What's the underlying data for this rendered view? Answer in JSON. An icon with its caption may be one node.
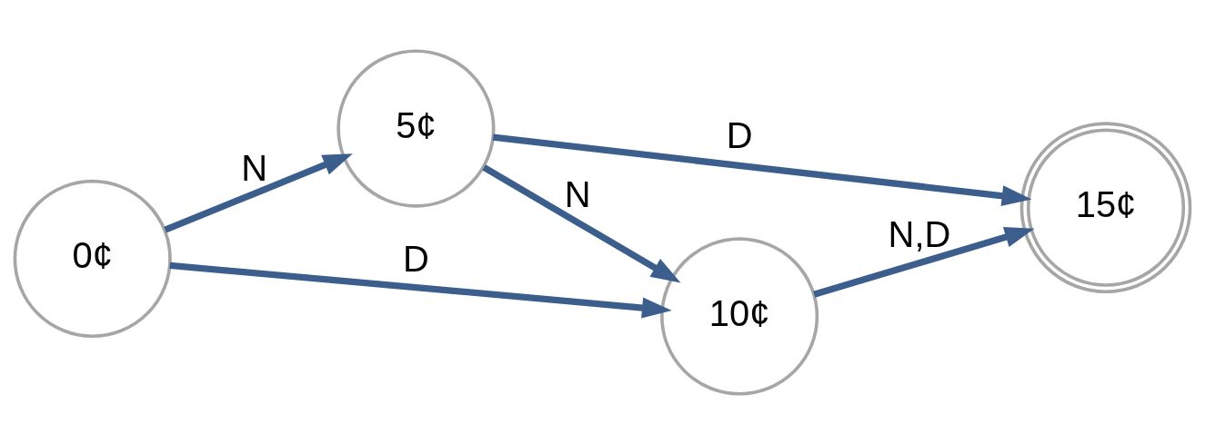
{
  "diagram": {
    "nodes": [
      {
        "text": [
          "0¢"
        ]
      },
      {
        "text": [
          "5¢"
        ]
      },
      {
        "text": [
          "10¢"
        ]
      },
      {
        "text": [
          "15¢"
        ]
      }
    ],
    "edges": [
      {
        "from": 0,
        "to": 1,
        "arrow": "to",
        "label": "N"
      },
      {
        "from": 1,
        "to": 2,
        "arrow": "to",
        "label": "N"
      },
      {
        "from": 2,
        "to": 3,
        "arrow": "to",
        "label": "N,D"
      },
      {
        "from": 0,
        "to": 2,
        "arrow": "to",
        "label": "D"
      },
      {
        "from": 1,
        "to": 3,
        "arrow": "to",
        "label": "D"
      }
    ]
  }
}
